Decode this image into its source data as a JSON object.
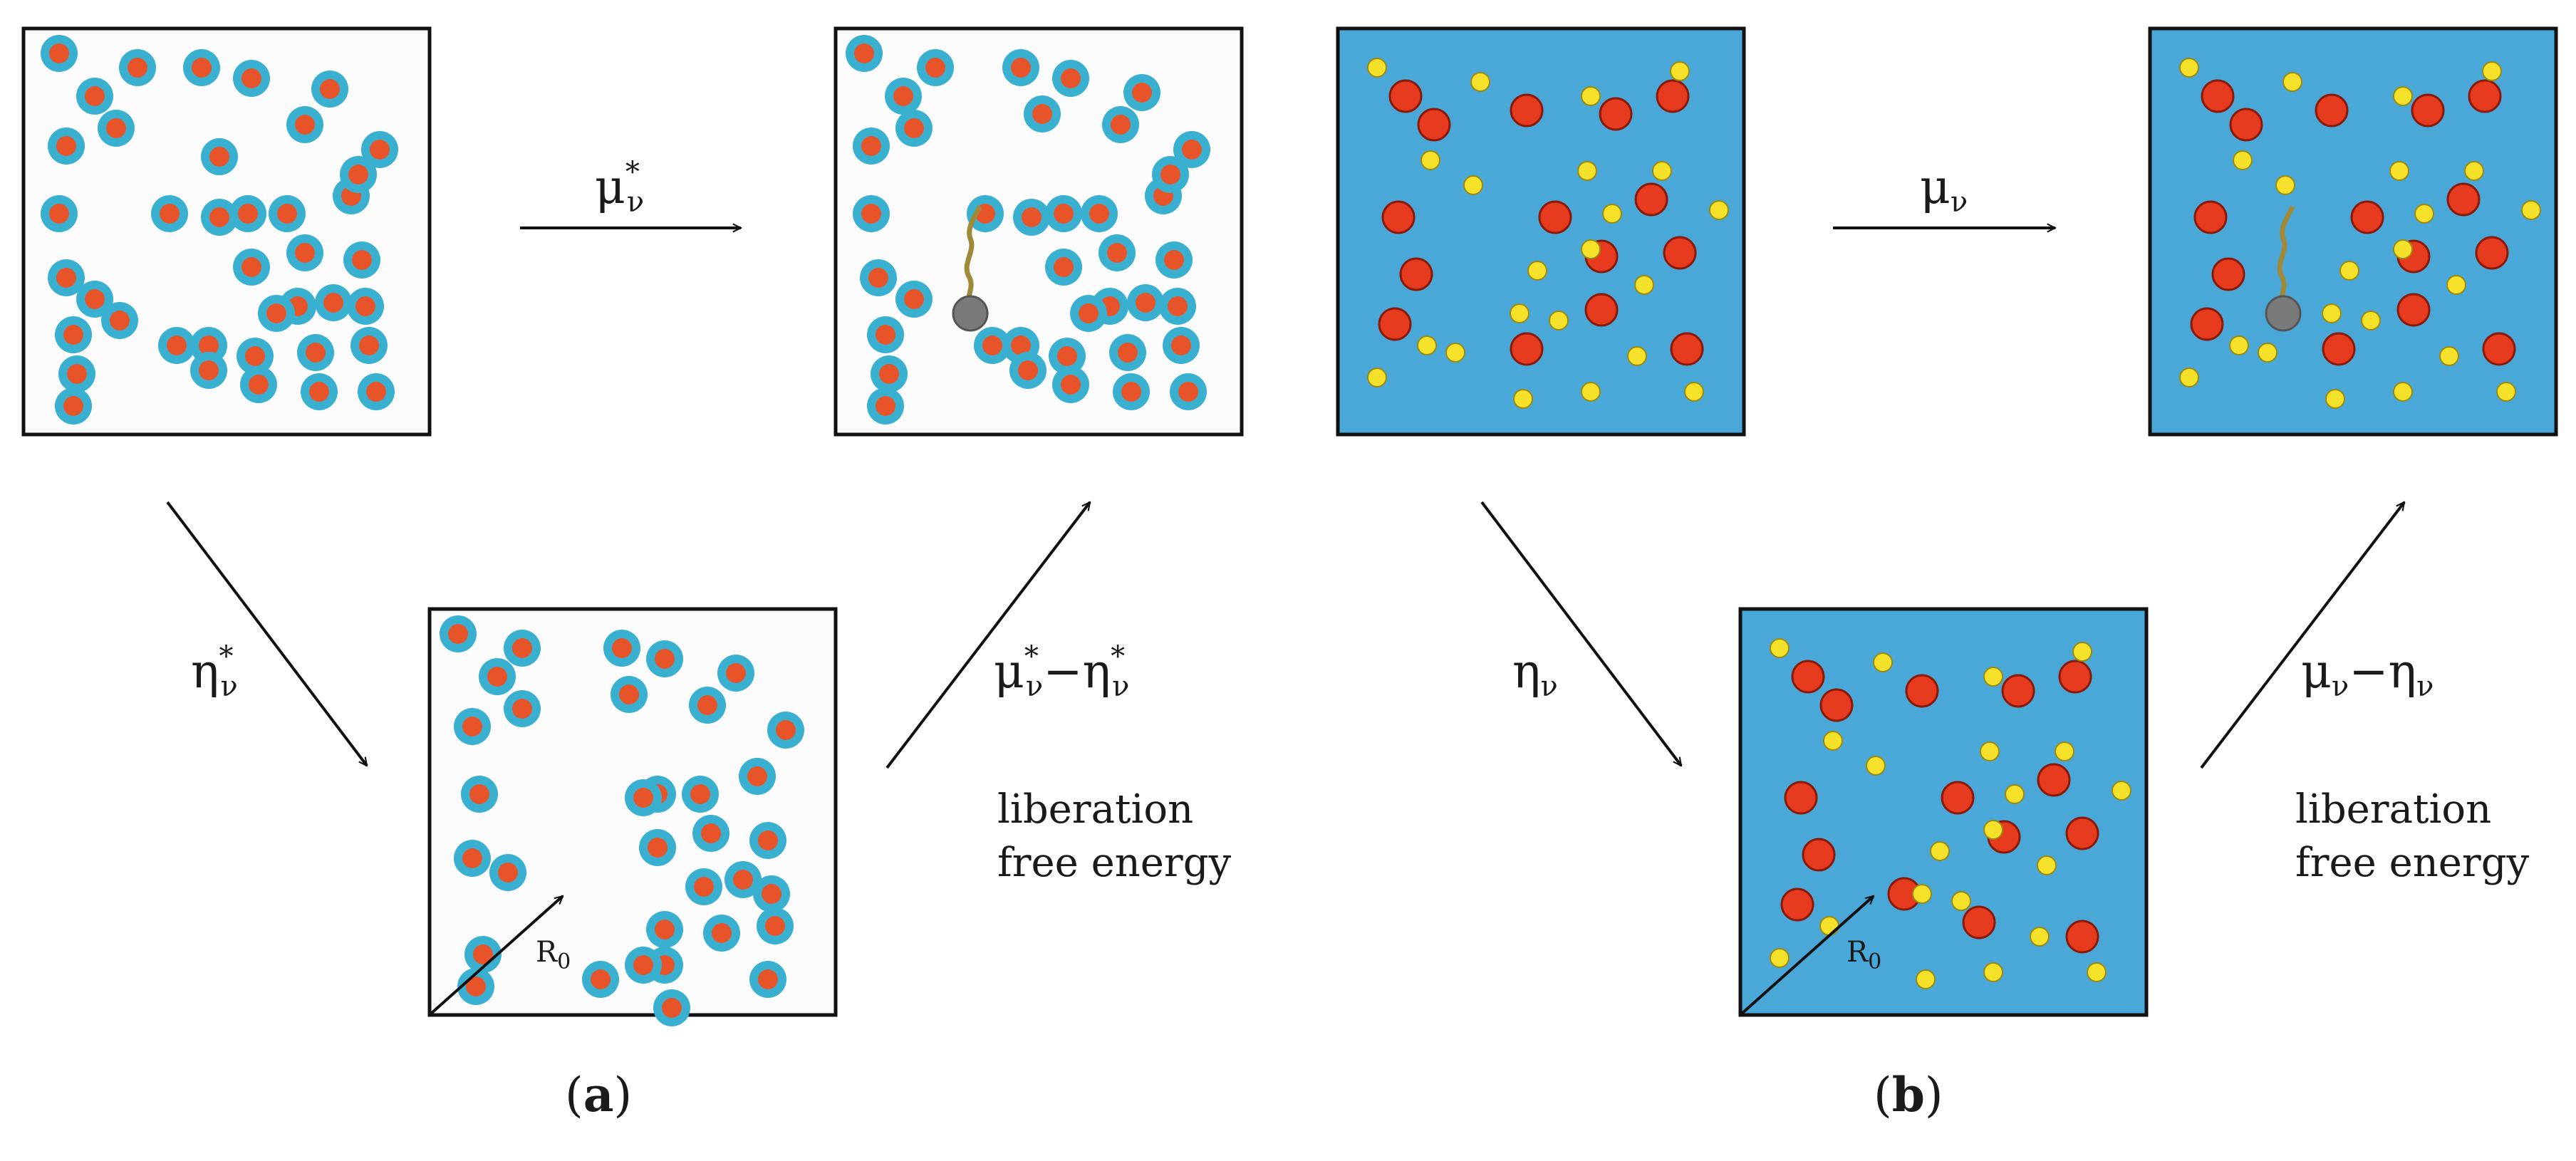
{
  "panel_a": {
    "label_open": "(",
    "label_letter": "a",
    "label_close": ")",
    "top_arrow": {
      "greek": "μ",
      "sup": "*",
      "sub": "ν"
    },
    "down_arrow": {
      "greek": "η",
      "sup": "*",
      "sub": "ν"
    },
    "up_arrow": {
      "greek1": "μ",
      "sup1": "*",
      "sub1": "ν",
      "minus": "−",
      "greek2": "η",
      "sup2": "*",
      "sub2": "ν"
    },
    "note_line1": "liberation",
    "note_line2": "free energy",
    "radius_label": "R",
    "radius_sub": "0"
  },
  "panel_b": {
    "label_open": "(",
    "label_letter": "b",
    "label_close": ")",
    "top_arrow": {
      "greek": "μ",
      "sub": "ν"
    },
    "down_arrow": {
      "greek": "η",
      "sub": "ν"
    },
    "up_arrow": {
      "greek1": "μ",
      "sub1": "ν",
      "minus": "−",
      "greek2": "η",
      "sub2": "ν"
    },
    "note_line1": "liberation",
    "note_line2": "free energy",
    "radius_label": "R",
    "radius_sub": "0"
  },
  "colors": {
    "solvent_blue": "#4aa8d8",
    "particle_core": "#e8542a",
    "particle_ring": "#3ab0d0",
    "big_particle": "#e63b1f",
    "big_particle_edge": "#8a1a0a",
    "small_particle": "#f5e12a",
    "small_particle_edge": "#9a8a10",
    "solute": "#7a7a7a",
    "chain": "#a08a3a",
    "frame": "#111111"
  }
}
